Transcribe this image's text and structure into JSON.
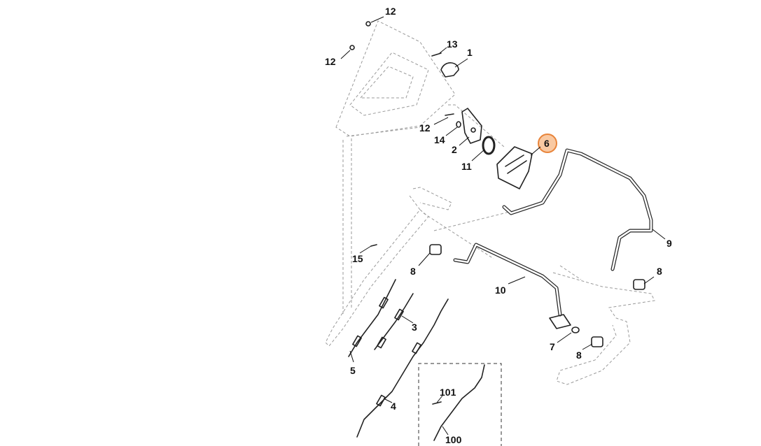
{
  "diagram": {
    "highlight_color": "#e8843a",
    "highlighted_part": "6",
    "callouts": [
      {
        "id": "c12a",
        "text": "12"
      },
      {
        "id": "c12b",
        "text": "12"
      },
      {
        "id": "c13",
        "text": "13"
      },
      {
        "id": "c1",
        "text": "1"
      },
      {
        "id": "c12c",
        "text": "12"
      },
      {
        "id": "c14",
        "text": "14"
      },
      {
        "id": "c2",
        "text": "2"
      },
      {
        "id": "c11",
        "text": "11"
      },
      {
        "id": "c6",
        "text": "6"
      },
      {
        "id": "c9",
        "text": "9"
      },
      {
        "id": "c15",
        "text": "15"
      },
      {
        "id": "c8a",
        "text": "8"
      },
      {
        "id": "c8b",
        "text": "8"
      },
      {
        "id": "c10",
        "text": "10"
      },
      {
        "id": "c3",
        "text": "3"
      },
      {
        "id": "c7",
        "text": "7"
      },
      {
        "id": "c8c",
        "text": "8"
      },
      {
        "id": "c5",
        "text": "5"
      },
      {
        "id": "c4",
        "text": "4"
      },
      {
        "id": "c101",
        "text": "101"
      },
      {
        "id": "c100",
        "text": "100"
      }
    ]
  }
}
